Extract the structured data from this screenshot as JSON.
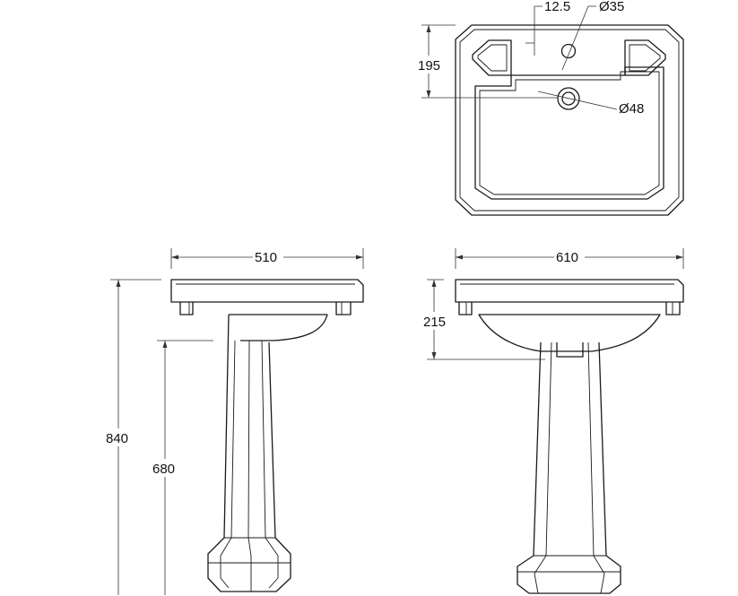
{
  "dimensions": {
    "tap_offset": "12.5",
    "tap_hole": "Ø35",
    "waste_hole": "Ø48",
    "basin_depth_top": "195",
    "side_width": "510",
    "front_width": "610",
    "total_height": "840",
    "pedestal_height": "680",
    "bowl_depth_front": "215"
  }
}
